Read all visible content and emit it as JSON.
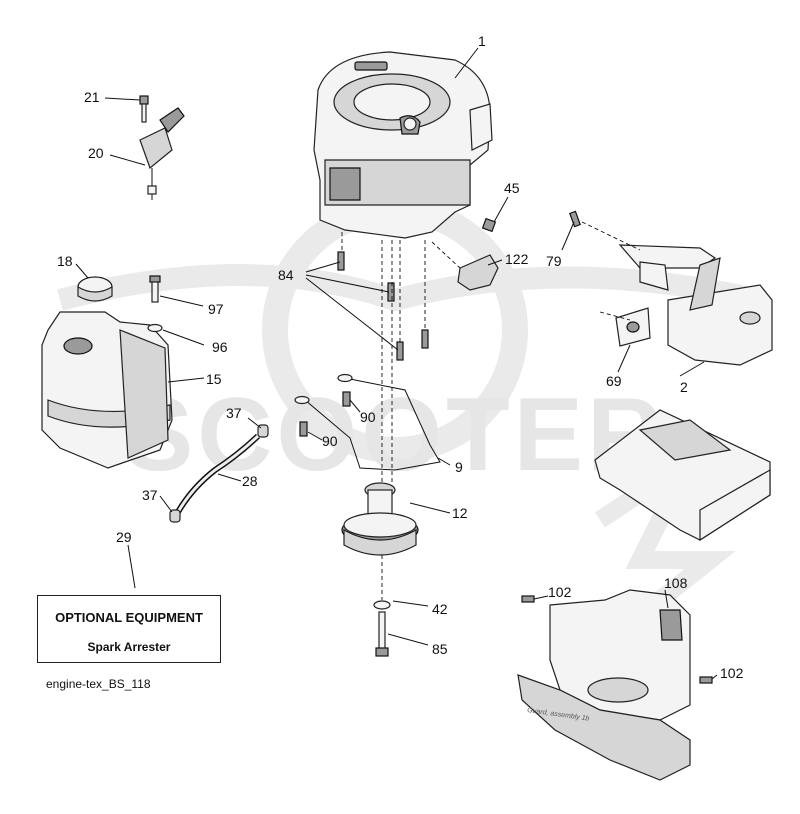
{
  "watermark": {
    "text": "SCOOTER"
  },
  "callouts": [
    {
      "id": "c1",
      "label": "1"
    },
    {
      "id": "c2",
      "label": "2"
    },
    {
      "id": "c9",
      "label": "9"
    },
    {
      "id": "c12",
      "label": "12"
    },
    {
      "id": "c15",
      "label": "15"
    },
    {
      "id": "c18",
      "label": "18"
    },
    {
      "id": "c20",
      "label": "20"
    },
    {
      "id": "c21",
      "label": "21"
    },
    {
      "id": "c28",
      "label": "28"
    },
    {
      "id": "c29",
      "label": "29"
    },
    {
      "id": "c37a",
      "label": "37"
    },
    {
      "id": "c37b",
      "label": "37"
    },
    {
      "id": "c42",
      "label": "42"
    },
    {
      "id": "c45",
      "label": "45"
    },
    {
      "id": "c69",
      "label": "69"
    },
    {
      "id": "c79",
      "label": "79"
    },
    {
      "id": "c84",
      "label": "84"
    },
    {
      "id": "c85",
      "label": "85"
    },
    {
      "id": "c90a",
      "label": "90"
    },
    {
      "id": "c90b",
      "label": "90"
    },
    {
      "id": "c96",
      "label": "96"
    },
    {
      "id": "c97",
      "label": "97"
    },
    {
      "id": "c102a",
      "label": "102"
    },
    {
      "id": "c102b",
      "label": "102"
    },
    {
      "id": "c108",
      "label": "108"
    },
    {
      "id": "c122",
      "label": "122"
    }
  ],
  "optional_equipment": {
    "title": "OPTIONAL EQUIPMENT",
    "item": "Spark Arrester"
  },
  "diagram_code": "engine-tex_BS_118",
  "guard_stamp": "Guard, assembly 1b"
}
